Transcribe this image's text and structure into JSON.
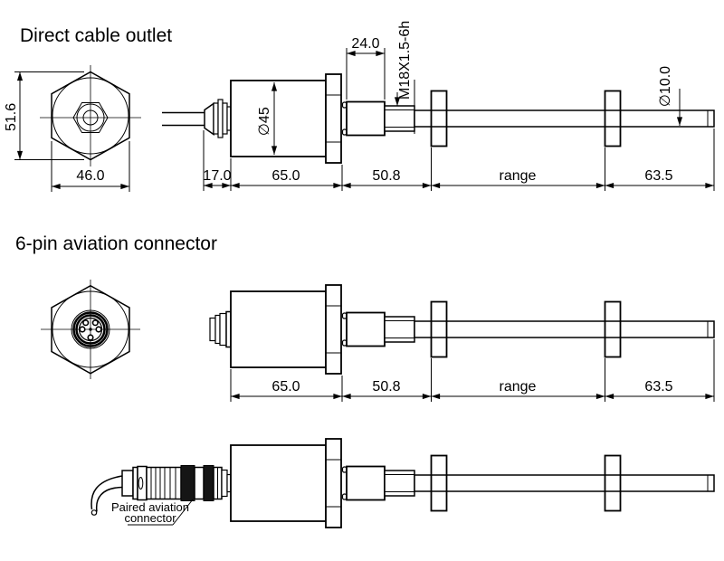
{
  "colors": {
    "line": "#000000",
    "background": "#ffffff"
  },
  "direct_cable": {
    "title": "Direct cable outlet",
    "front": {
      "height": "51.6",
      "width": "46.0"
    },
    "dims": {
      "gland": "17.0",
      "body": "65.0",
      "neck": "50.8",
      "range": "range",
      "tail": "63.5"
    },
    "details": {
      "stub_length": "24.0",
      "thread": "M18X1.5-6h",
      "body_diameter": "∅45",
      "rod_diameter": "∅10.0"
    }
  },
  "aviation": {
    "title": "6-pin aviation connector",
    "dims": {
      "body": "65.0",
      "neck": "50.8",
      "range": "range",
      "tail": "63.5"
    }
  },
  "paired": {
    "callout_line1": "Paired aviation",
    "callout_line2": "connector"
  }
}
